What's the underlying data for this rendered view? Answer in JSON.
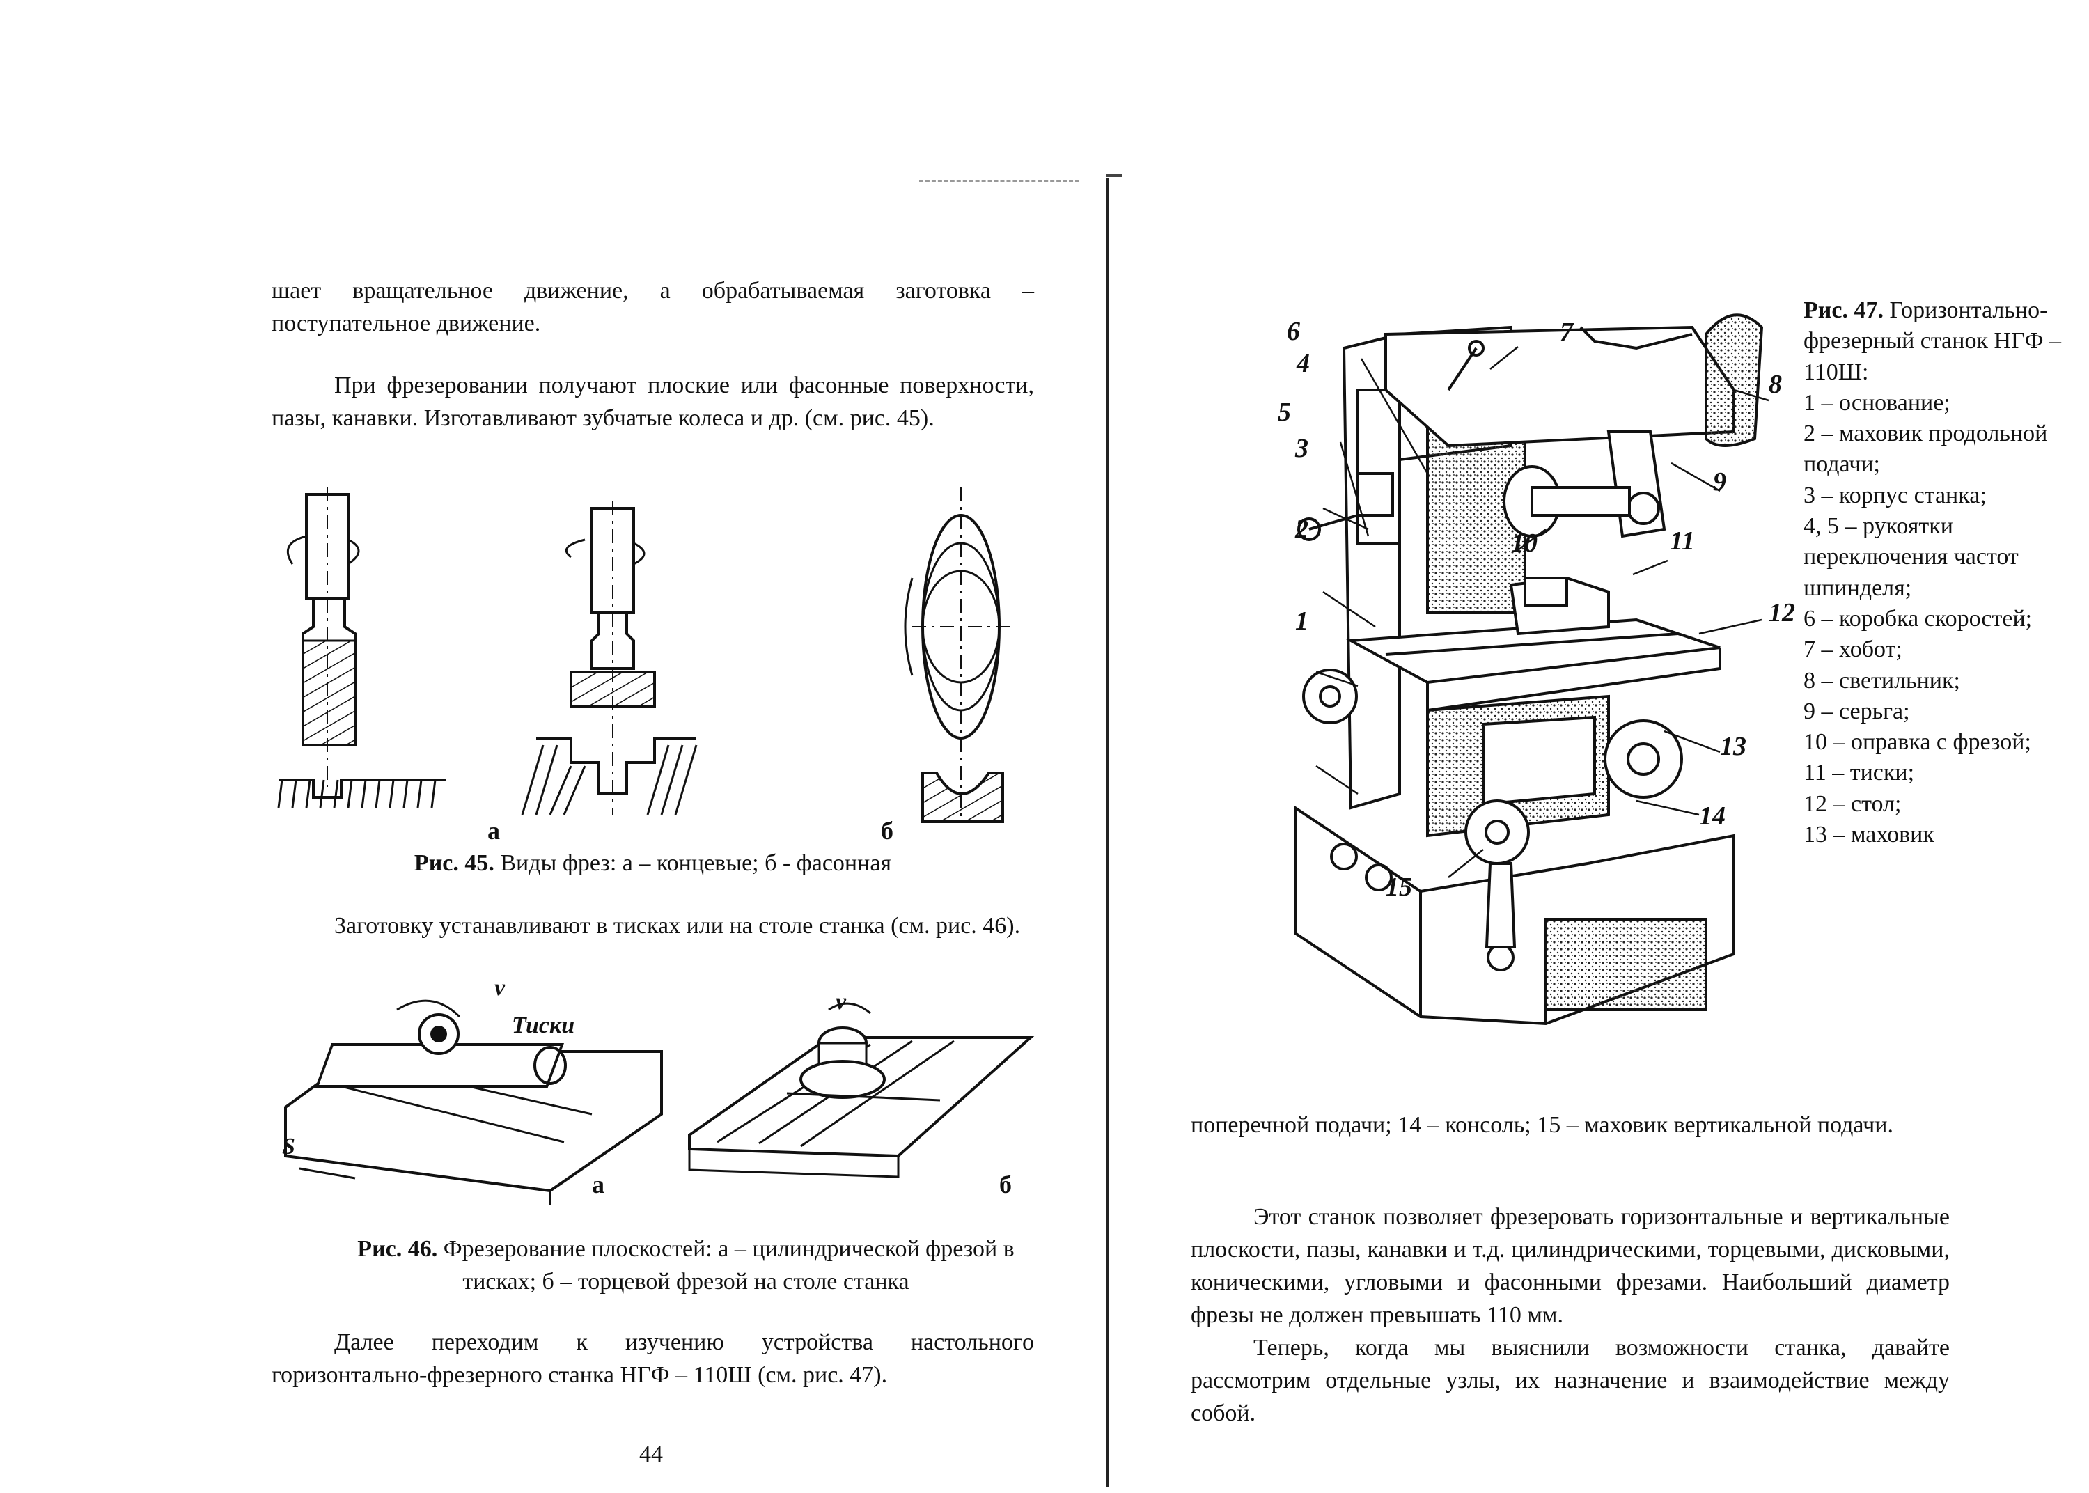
{
  "left_page": {
    "para1": "шает вращательное движение, а обрабатываемая заготовка – поступательное движение.",
    "para2": "При фрезеровании получают плоские или фасонные поверхности, пазы, канавки. Изготавливают зубчатые колеса и др. (см. рис. 45).",
    "fig45": {
      "label_a": "а",
      "label_b": "б",
      "caption_lead": "Рис. 45.",
      "caption_text": " Виды фрез: а – концевые; б - фасонная"
    },
    "para3": "Заготовку устанавливают в тисках или на столе станка (см. рис. 46).",
    "fig46": {
      "label_v1": "v",
      "label_vise": "Тиски",
      "label_s": "S",
      "label_a": "а",
      "label_v2": "v",
      "label_b": "б",
      "caption_lead": "Рис. 46.",
      "caption_text": " Фрезерование плоскостей: а – цилиндрической фрезой в тисках; б – торцевой фрезой на столе станка"
    },
    "para4": "Далее переходим к изучению устройства настольного горизонтально-фрезерного станка НГФ – 110Ш (см. рис. 47).",
    "page_number": "44"
  },
  "right_page": {
    "fig47": {
      "caption_lead": "Рис. 47.",
      "caption_title": "Горизонтально-фрезерный станок НГФ – 110Ш:",
      "items": [
        "1 – основание;",
        "2 – маховик продольной подачи;",
        "3 – корпус станка;",
        "4, 5 – рукоятки переключения частот шпинделя;",
        "6 – коробка скоростей;",
        "7 – хобот;",
        "8 – светильник;",
        "9 – серьга;",
        "10 – оправка с фрезой;",
        "11 – тиски;",
        "12 – стол;",
        "13 – маховик"
      ],
      "continuation": "поперечной подачи; 14 – консоль; 15 – маховик вертикальной подачи.",
      "callouts": [
        "1",
        "2",
        "3",
        "4",
        "5",
        "6",
        "7",
        "8",
        "9",
        "10",
        "11",
        "12",
        "13",
        "14",
        "15"
      ]
    },
    "para1": "Этот станок позволяет фрезеровать горизонтальные и вертикальные плоскости, пазы, канавки и т.д. цилиндрическими, торцевыми, дисковыми, коническими, угловыми и фасонными фрезами. Наибольший диаметр фрезы не должен превышать 110 мм.",
    "para2": "Теперь, когда мы выяснили возможности станка, давайте рассмотрим отдельные узлы, их назначение и взаимодействие между собой."
  }
}
